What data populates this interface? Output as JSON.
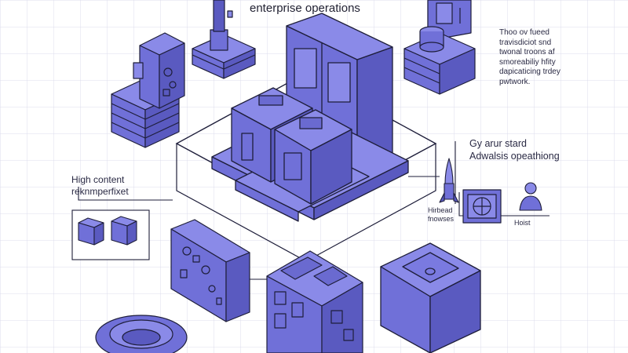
{
  "title": "enterprise operations",
  "notes": {
    "top_right": "Thoo ov fueed\ntravisdiciot snd\ntwonal troons af\nsmoreabiliy hfity\ndapicaticing trdey\npwtwork.",
    "mid_right": "Gy arur stard\nAdwalsis opeathiong",
    "mid_left": "High content\nreknmperfixet",
    "hirbead": "Hirbead\nfnowses",
    "hoist": "Hoist"
  },
  "colors": {
    "block_top": "#8a8ae8",
    "block_left": "#7070d8",
    "block_right": "#5a5ac0",
    "line": "#1e1e3a",
    "grid": "#dcdcec",
    "background": "#ffffff"
  },
  "icons": [
    "server-stack-icon",
    "tower-icon",
    "database-icon",
    "locker-icon",
    "cube-icon",
    "monitor-icon",
    "person-icon",
    "rocket-icon",
    "control-panel-icon",
    "cabinet-icon",
    "ring-icon"
  ]
}
